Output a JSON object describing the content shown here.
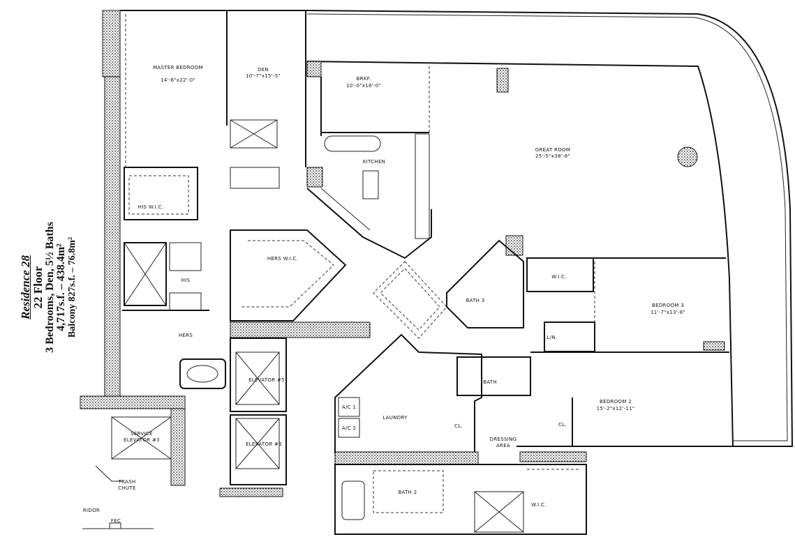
{
  "title_block": {
    "residence": "Residence 28",
    "floor": "22 Floor",
    "summary": "3 Bedrooms, Den, 5½ Baths",
    "area": "4,717s.f. – 438.4m²",
    "balcony": "Balcony  827s.f. – 76.8m²"
  },
  "rooms": {
    "master_bedroom": {
      "name": "MASTER BEDROOM",
      "size": "14'-6\"x22'-0\""
    },
    "den": {
      "name": "DEN",
      "size": "10'-7\"x15'-5\""
    },
    "breakfast": {
      "name": "BRKF.",
      "size": "10'-0\"x16'-0\""
    },
    "kitchen": {
      "name": "KITCHEN"
    },
    "great_room": {
      "name": "GREAT ROOM",
      "size": "25'-5\"x38'-8\""
    },
    "his_wic": {
      "name": "HIS W.I.C."
    },
    "hers_wic": {
      "name": "HERS W.I.C."
    },
    "his": {
      "name": "HIS"
    },
    "hers": {
      "name": "HERS"
    },
    "bath3": {
      "name": "BATH 3"
    },
    "wic3": {
      "name": "W.I.C."
    },
    "bedroom3": {
      "name": "BEDROOM 3",
      "size": "11'-7\"x13'-8\""
    },
    "linen": {
      "name": "L/N."
    },
    "elevator5": {
      "name": "ELEVATOR #5"
    },
    "elevator6": {
      "name": "ELEVATOR #6"
    },
    "service_elevator": {
      "name": "SERVICE",
      "name2": "ELEVATOR #3"
    },
    "trash_chute": {
      "name": "TRASH",
      "name2": "CHUTE"
    },
    "bath": {
      "name": "BATH"
    },
    "laundry": {
      "name": "LAUNDRY"
    },
    "ac1": {
      "name": "A/C 1"
    },
    "ac2": {
      "name": "A/C 2"
    },
    "cl1": {
      "name": "CL."
    },
    "cl2": {
      "name": "CL."
    },
    "dressing": {
      "name": "DRESSING",
      "name2": "AREA"
    },
    "bedroom2": {
      "name": "BEDROOM 2",
      "size": "15'-2\"x12'-11\""
    },
    "bath2": {
      "name": "BATH 2"
    },
    "wic2": {
      "name": "W.I.C."
    },
    "corridor": {
      "name": "RIDOR"
    },
    "fec": {
      "name": "FEC"
    }
  }
}
